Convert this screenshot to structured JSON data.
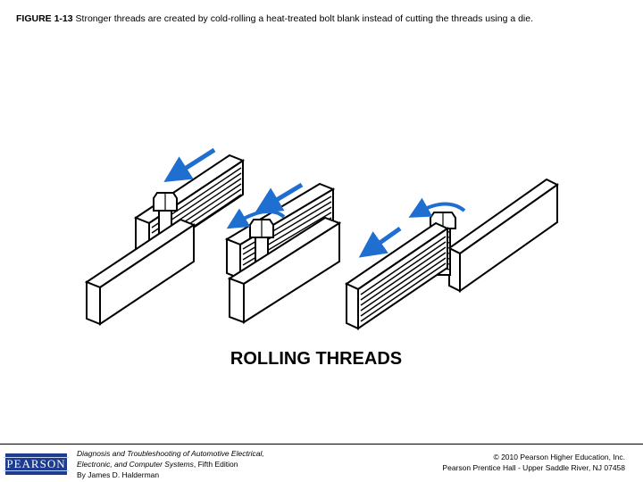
{
  "caption": {
    "label": "FIGURE 1-13",
    "text": "Stronger threads are created by cold-rolling a heat-treated bolt blank instead of cutting the threads using a die."
  },
  "figure": {
    "heading": "ROLLING THREADS"
  },
  "footer": {
    "logo": "PEARSON",
    "book_title_line1": "Diagnosis and Troubleshooting of Automotive Electrical,",
    "book_title_line2": "Electronic, and Computer Systems",
    "book_edition": ", Fifth Edition",
    "book_author": "By James D. Halderman",
    "copyright_line1": "© 2010 Pearson Higher Education, Inc.",
    "copyright_line2": "Pearson Prentice Hall - Upper Saddle River, NJ 07458"
  },
  "colors": {
    "arrow": "#1e6fd0",
    "logo_bg": "#1d3c8f"
  }
}
